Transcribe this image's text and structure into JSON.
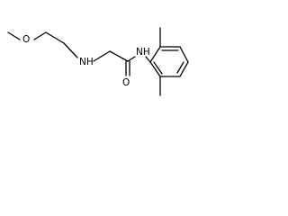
{
  "molecule": {
    "atoms": {
      "oxygen_ether": "O",
      "amine_nitrogen": "NH",
      "amide_nitrogen": "NH",
      "carbonyl_oxygen": "O"
    }
  }
}
